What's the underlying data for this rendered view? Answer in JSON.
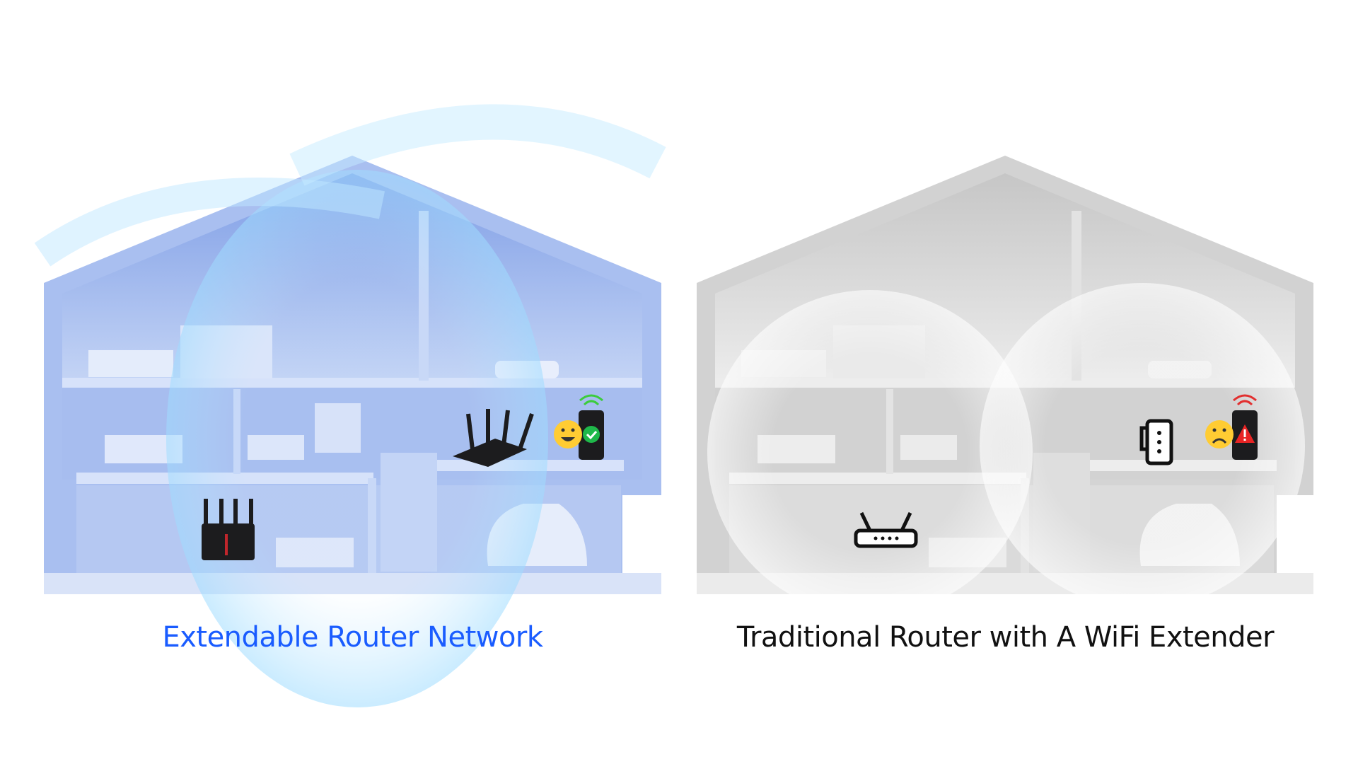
{
  "left_panel": {
    "caption": "Extendable Router Network",
    "caption_color": "#1a5cff",
    "theme_color": "#8fb0ec",
    "devices": [
      "router-icon",
      "router-icon",
      "smiling-face-icon",
      "phone-icon",
      "check-shield-icon",
      "wifi-signal-icon"
    ],
    "signal_status": "good"
  },
  "right_panel": {
    "caption": "Traditional Router with A WiFi Extender",
    "caption_color": "#111111",
    "theme_color": "#d4d4d4",
    "devices": [
      "router-outline-icon",
      "wifi-extender-icon",
      "frowning-face-icon",
      "phone-icon",
      "warning-icon",
      "wifi-signal-icon"
    ],
    "signal_status": "weak"
  }
}
